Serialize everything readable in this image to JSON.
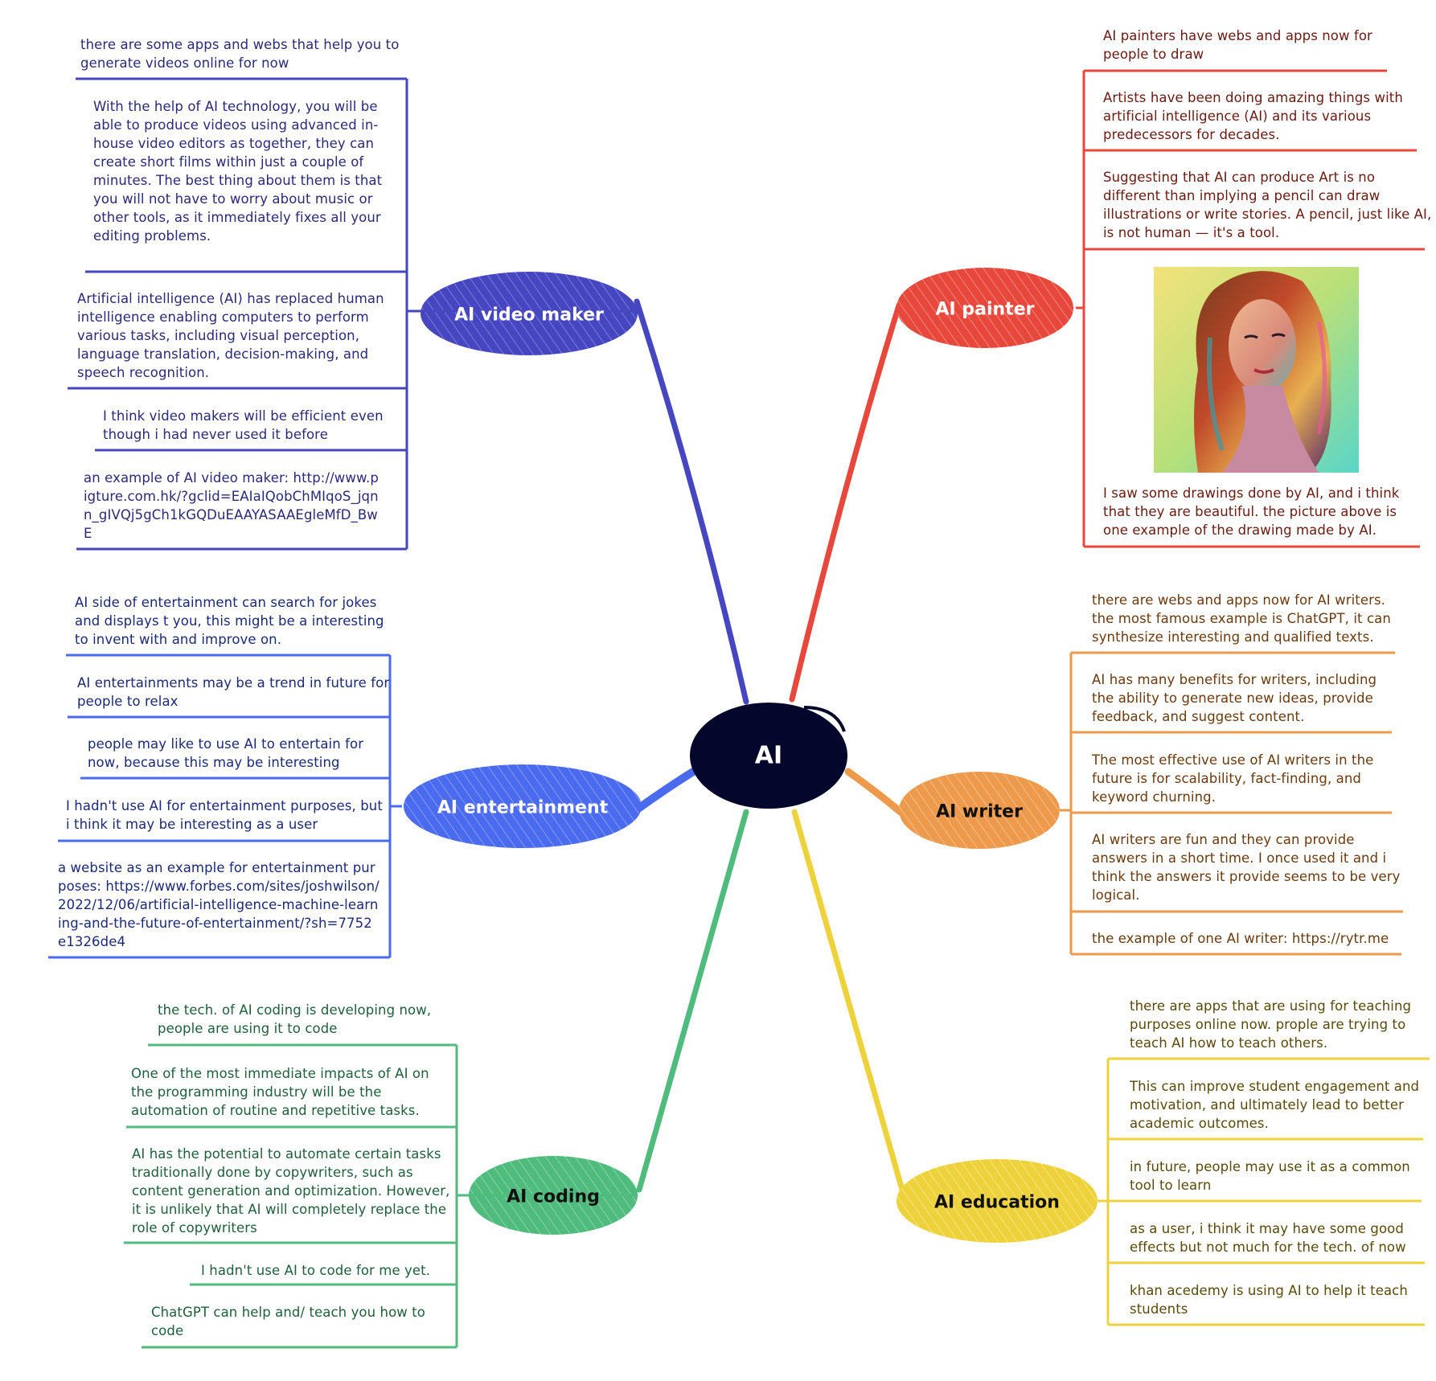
{
  "center": {
    "label": "AI",
    "color": "#05062b"
  },
  "branches": {
    "video_maker": {
      "label": "AI video maker",
      "color": "#4646c0",
      "notes": [
        "there are some apps and webs that help you to generate videos online for now",
        "With the help of AI technology, you will be able to produce videos using advanced in-house video editors as together, they can create short films within just a couple of minutes. The best thing about them is that you will not have to worry about music or other tools, as it immediately fixes all your editing problems.",
        "Artificial intelligence (AI) has replaced human intelligence enabling computers to perform various tasks, including visual perception, language translation, decision-making, and speech recognition.",
        "I think video makers will be efficient even though i had never used it before",
        "an example of AI video maker: http://www.pigture.com.hk/?gclid=EAIaIQobChMIqoS_jqnn_gIVQj5gCh1kGQDuEAAYASAAEgleMfD_BwE"
      ]
    },
    "painter": {
      "label": "AI painter",
      "color": "#e8473c",
      "notes": [
        "AI painters have webs and apps now for people to draw",
        "Artists have been doing amazing things with artificial intelligence (AI) and its various predecessors for decades.",
        "Suggesting that AI can produce Art is no different than implying a pencil can draw illustrations or write stories. A pencil, just like AI, is not human — it's a tool.",
        "I saw some drawings done by AI, and i think that they are beautiful. the picture above is one example of the drawing made by AI."
      ]
    },
    "entertainment": {
      "label": "AI entertainment",
      "color": "#4a6af0",
      "notes": [
        "AI side of entertainment can search for jokes and displays t you, this might be a interesting to invent with and improve on.",
        "AI entertainments may be a trend in future for people to relax",
        "people may like to use AI to entertain for now, because this may be interesting",
        "I hadn't use AI for entertainment purposes, but i think it may be interesting as a user",
        "a website as an example for entertainment purposes: https://www.forbes.com/sites/joshwilson/2022/12/06/artificial-intelligence-machine-learning-and-the-future-of-entertainment/?sh=7752e1326de4"
      ]
    },
    "writer": {
      "label": "AI writer",
      "color": "#ee9a4c",
      "notes": [
        "there are webs and apps now for AI writers. the most famous example is ChatGPT, it can synthesize interesting and qualified texts.",
        "AI has many benefits for writers, including the ability to generate new ideas, provide feedback, and suggest content.",
        "The most effective use of AI writers in the future is for scalability, fact-finding, and keyword churning.",
        "AI writers are fun and they can provide answers in a short time. I once used it and i think the answers it provide seems to be very logical.",
        "the example of one AI writer: https://rytr.me"
      ]
    },
    "coding": {
      "label": "AI coding",
      "color": "#4fbb7c",
      "notes": [
        "the tech. of AI coding is developing now, people are using it to code",
        "One of the most immediate impacts of AI on the programming industry will be the automation of routine and repetitive tasks.",
        "AI has the potential to automate certain tasks traditionally done by copywriters, such as content generation and optimization. However, it is unlikely that AI will completely replace the role of copywriters",
        "I hadn't use AI to code for me yet.",
        "ChatGPT can help and/ teach you how to code"
      ]
    },
    "education": {
      "label": "AI education",
      "color": "#eed23c",
      "notes": [
        "there are apps that are using for teaching purposes online now. prople are trying to teach AI how to teach others.",
        "This can improve student engagement and motivation, and ultimately lead to better academic outcomes.",
        "in future, people may use it as a common tool to learn",
        "as a user, i think it may have some good effects but not much for the tech. of now",
        "khan acedemy is using AI to help it teach students"
      ]
    }
  }
}
